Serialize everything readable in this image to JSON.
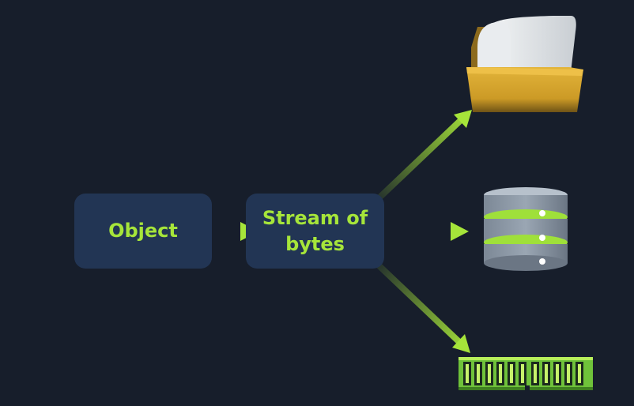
{
  "nodes": {
    "object": {
      "label": "Object"
    },
    "stream": {
      "line1": "Stream of",
      "line2": "bytes"
    }
  },
  "destinations": [
    {
      "icon": "folder-with-files-icon"
    },
    {
      "icon": "database-icon"
    },
    {
      "icon": "memory-module-icon"
    }
  ],
  "colors": {
    "background": "#171e2b",
    "node_fill": "#223554",
    "accent": "#a6e53a",
    "folder": "#d9a92c",
    "database": "#8b98a8"
  }
}
